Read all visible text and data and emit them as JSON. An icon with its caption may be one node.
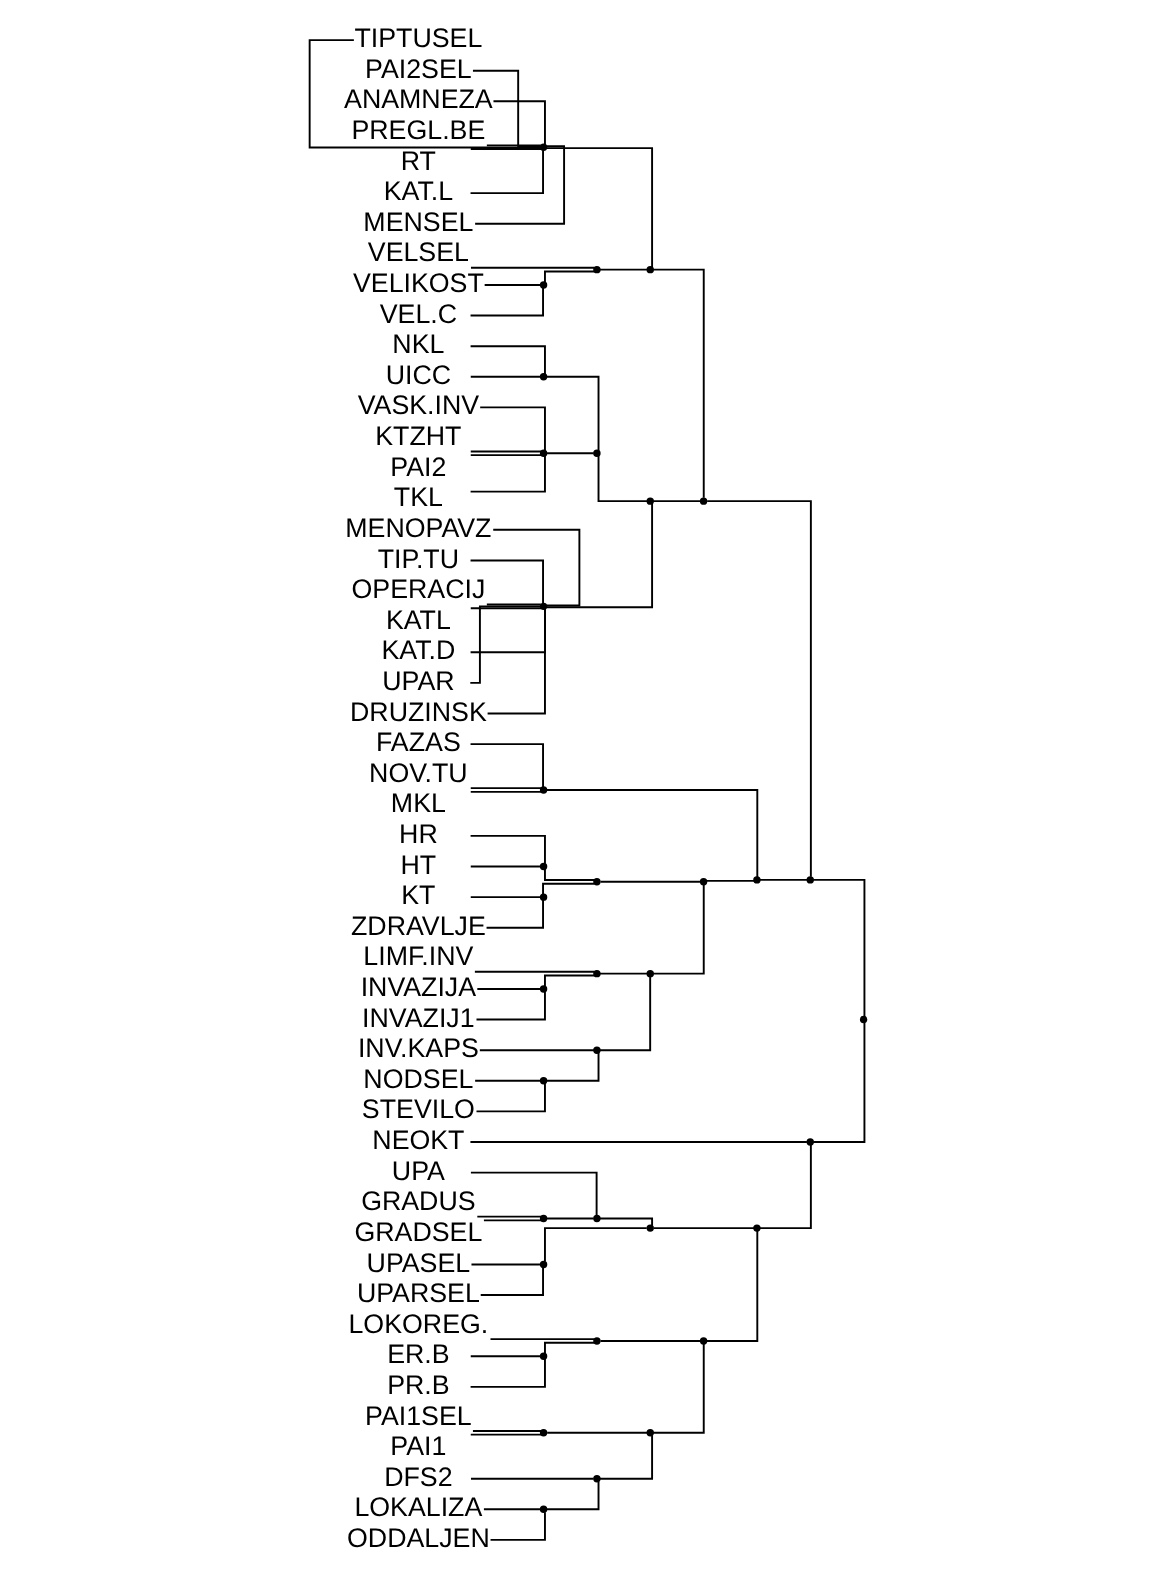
{
  "diagram": {
    "nodes": [
      {
        "text": [
          "UPA"
        ]
      },
      {
        "text": [
          "GRADUS"
        ]
      },
      {
        "text": [
          "GRADSEL"
        ]
      },
      {
        "text": [
          "UPASEL"
        ]
      },
      {
        "text": [
          "UPARSEL"
        ]
      },
      {
        "text": [
          "PAI1"
        ]
      },
      {
        "text": [
          "PAI1SEL"
        ]
      },
      {
        "text": [
          "ODDALJEN"
        ]
      },
      {
        "text": [
          "LOKALIZA"
        ]
      },
      {
        "text": [
          "DFS2"
        ]
      },
      {
        "text": [
          "ER.B"
        ]
      },
      {
        "text": [
          "PR.B"
        ]
      },
      {
        "text": [
          "LOKOREG."
        ]
      },
      {
        "text": [
          "NEOKT"
        ]
      },
      {
        "text": [
          "PAI2"
        ]
      },
      {
        "text": [
          "TKL"
        ]
      },
      {
        "text": [
          "VASK.INV"
        ]
      },
      {
        "text": [
          "KTZHT"
        ]
      },
      {
        "text": [
          "NKL"
        ]
      },
      {
        "text": [
          "UICC"
        ]
      },
      {
        "text": [
          "UPAR"
        ]
      },
      {
        "text": [
          "DRUZINSK"
        ]
      },
      {
        "text": [
          "MENOPAVZ"
        ]
      },
      {
        "text": [
          "TIP.TU"
        ]
      },
      {
        "text": [
          "OPERACIJ"
        ]
      },
      {
        "text": [
          "KATL"
        ]
      },
      {
        "text": [
          "KAT.D"
        ]
      },
      {
        "text": [
          "PAI2SEL"
        ]
      },
      {
        "text": [
          "ANAMNEZA"
        ]
      },
      {
        "text": [
          "PREGL.BE"
        ]
      },
      {
        "text": [
          "RT"
        ]
      },
      {
        "text": [
          "KAT.L"
        ]
      },
      {
        "text": [
          "MENSEL"
        ]
      },
      {
        "text": [
          "TIPTUSEL"
        ]
      },
      {
        "text": [
          "VELIKOST"
        ]
      },
      {
        "text": [
          "VEL.C"
        ]
      },
      {
        "text": [
          "VELSEL"
        ]
      },
      {
        "text": [
          "MKL"
        ]
      },
      {
        "text": [
          "FAZAS"
        ]
      },
      {
        "text": [
          "NOV.TU"
        ]
      },
      {
        "text": [
          "STEVILO"
        ]
      },
      {
        "text": [
          "NODSEL"
        ]
      },
      {
        "text": [
          "INV.KAPS"
        ]
      },
      {
        "text": [
          "LIMF.INV"
        ]
      },
      {
        "text": [
          "INVAZIJA"
        ]
      },
      {
        "text": [
          "INVAZIJ1"
        ]
      },
      {
        "text": [
          "HR"
        ]
      },
      {
        "text": [
          "HT"
        ]
      },
      {
        "text": [
          "KT"
        ]
      },
      {
        "text": [
          "ZDRAVLJE"
        ]
      },
      {
        "text": [],
        "shape": "point"
      },
      {
        "text": [],
        "shape": "point"
      },
      {
        "text": [],
        "shape": "point"
      },
      {
        "text": [],
        "shape": "point"
      },
      {
        "text": [],
        "shape": "point"
      },
      {
        "text": [],
        "shape": "point"
      },
      {
        "text": [],
        "shape": "point"
      },
      {
        "text": [],
        "shape": "point"
      },
      {
        "text": [],
        "shape": "point"
      },
      {
        "text": [],
        "shape": "point"
      },
      {
        "text": [],
        "shape": "point"
      },
      {
        "text": [],
        "shape": "point"
      },
      {
        "text": [],
        "shape": "point"
      },
      {
        "text": [],
        "shape": "point"
      },
      {
        "text": [],
        "shape": "point"
      },
      {
        "text": [],
        "shape": "point"
      },
      {
        "text": [],
        "shape": "point"
      },
      {
        "text": [],
        "shape": "point"
      },
      {
        "text": [],
        "shape": "point"
      },
      {
        "text": [],
        "shape": "point"
      },
      {
        "text": [],
        "shape": "point"
      },
      {
        "text": [],
        "shape": "point"
      },
      {
        "text": [],
        "shape": "point"
      },
      {
        "text": [],
        "shape": "point"
      },
      {
        "text": [],
        "shape": "point"
      },
      {
        "text": [],
        "shape": "point"
      },
      {
        "text": [],
        "shape": "point"
      },
      {
        "text": [],
        "shape": "point"
      },
      {
        "text": [],
        "shape": "point"
      },
      {
        "text": [],
        "shape": "point"
      },
      {
        "text": [],
        "shape": "point"
      },
      {
        "text": [],
        "shape": "point"
      },
      {
        "text": [],
        "shape": "point"
      },
      {
        "text": [],
        "shape": "point"
      },
      {
        "text": [],
        "shape": "point"
      },
      {
        "text": [],
        "shape": "point"
      }
    ],
    "edges": [
      {
        "from": 1,
        "to": 50,
        "arrow": "none"
      },
      {
        "from": 2,
        "to": 50,
        "arrow": "none"
      },
      {
        "from": 0,
        "to": 51,
        "arrow": "none"
      },
      {
        "from": 50,
        "to": 51,
        "arrow": "none"
      },
      {
        "from": 3,
        "to": 52,
        "arrow": "none"
      },
      {
        "from": 4,
        "to": 52,
        "arrow": "none"
      },
      {
        "from": 51,
        "to": 53,
        "arrow": "none"
      },
      {
        "from": 52,
        "to": 53,
        "arrow": "none"
      },
      {
        "from": 5,
        "to": 54,
        "arrow": "none"
      },
      {
        "from": 6,
        "to": 54,
        "arrow": "none"
      },
      {
        "from": 7,
        "to": 55,
        "arrow": "none"
      },
      {
        "from": 8,
        "to": 55,
        "arrow": "none"
      },
      {
        "from": 55,
        "to": 56,
        "arrow": "none"
      },
      {
        "from": 9,
        "to": 56,
        "arrow": "none"
      },
      {
        "from": 54,
        "to": 57,
        "arrow": "none"
      },
      {
        "from": 56,
        "to": 57,
        "arrow": "none"
      },
      {
        "from": 10,
        "to": 58,
        "arrow": "none"
      },
      {
        "from": 11,
        "to": 58,
        "arrow": "none"
      },
      {
        "from": 58,
        "to": 59,
        "arrow": "none"
      },
      {
        "from": 12,
        "to": 59,
        "arrow": "none"
      },
      {
        "from": 57,
        "to": 60,
        "arrow": "none"
      },
      {
        "from": 59,
        "to": 60,
        "arrow": "none"
      },
      {
        "from": 53,
        "to": 61,
        "arrow": "none"
      },
      {
        "from": 60,
        "to": 61,
        "arrow": "none"
      },
      {
        "from": 61,
        "to": 62,
        "arrow": "none"
      },
      {
        "from": 13,
        "to": 62,
        "arrow": "none"
      },
      {
        "from": 14,
        "to": 63,
        "arrow": "none"
      },
      {
        "from": 15,
        "to": 63,
        "arrow": "none"
      },
      {
        "from": 16,
        "to": 63,
        "arrow": "none"
      },
      {
        "from": 17,
        "to": 63,
        "arrow": "none"
      },
      {
        "from": 18,
        "to": 64,
        "arrow": "none"
      },
      {
        "from": 19,
        "to": 64,
        "arrow": "none"
      },
      {
        "from": 63,
        "to": 65,
        "arrow": "none"
      },
      {
        "from": 64,
        "to": 65,
        "arrow": "none"
      },
      {
        "from": 20,
        "to": 66,
        "arrow": "none"
      },
      {
        "from": 21,
        "to": 66,
        "arrow": "none"
      },
      {
        "from": 22,
        "to": 66,
        "arrow": "none"
      },
      {
        "from": 23,
        "to": 66,
        "arrow": "none"
      },
      {
        "from": 24,
        "to": 66,
        "arrow": "none"
      },
      {
        "from": 25,
        "to": 66,
        "arrow": "none"
      },
      {
        "from": 26,
        "to": 66,
        "arrow": "none"
      },
      {
        "from": 65,
        "to": 67,
        "arrow": "none"
      },
      {
        "from": 66,
        "to": 67,
        "arrow": "none"
      },
      {
        "from": 27,
        "to": 68,
        "arrow": "none"
      },
      {
        "from": 28,
        "to": 68,
        "arrow": "none"
      },
      {
        "from": 29,
        "to": 68,
        "arrow": "none"
      },
      {
        "from": 30,
        "to": 68,
        "arrow": "none"
      },
      {
        "from": 31,
        "to": 68,
        "arrow": "none"
      },
      {
        "from": 32,
        "to": 68,
        "arrow": "none"
      },
      {
        "from": 33,
        "to": 68,
        "arrow": "none"
      },
      {
        "from": 34,
        "to": 69,
        "arrow": "none"
      },
      {
        "from": 35,
        "to": 69,
        "arrow": "none"
      },
      {
        "from": 69,
        "to": 70,
        "arrow": "none"
      },
      {
        "from": 36,
        "to": 70,
        "arrow": "none"
      },
      {
        "from": 68,
        "to": 71,
        "arrow": "none"
      },
      {
        "from": 70,
        "to": 71,
        "arrow": "none"
      },
      {
        "from": 67,
        "to": 72,
        "arrow": "none"
      },
      {
        "from": 71,
        "to": 72,
        "arrow": "none"
      },
      {
        "from": 37,
        "to": 73,
        "arrow": "none"
      },
      {
        "from": 38,
        "to": 73,
        "arrow": "none"
      },
      {
        "from": 39,
        "to": 73,
        "arrow": "none"
      },
      {
        "from": 40,
        "to": 74,
        "arrow": "none"
      },
      {
        "from": 41,
        "to": 74,
        "arrow": "none"
      },
      {
        "from": 74,
        "to": 75,
        "arrow": "none"
      },
      {
        "from": 42,
        "to": 75,
        "arrow": "none"
      },
      {
        "from": 44,
        "to": 76,
        "arrow": "none"
      },
      {
        "from": 45,
        "to": 76,
        "arrow": "none"
      },
      {
        "from": 43,
        "to": 77,
        "arrow": "none"
      },
      {
        "from": 76,
        "to": 77,
        "arrow": "none"
      },
      {
        "from": 75,
        "to": 78,
        "arrow": "none"
      },
      {
        "from": 77,
        "to": 78,
        "arrow": "none"
      },
      {
        "from": 46,
        "to": 79,
        "arrow": "none"
      },
      {
        "from": 47,
        "to": 79,
        "arrow": "none"
      },
      {
        "from": 48,
        "to": 80,
        "arrow": "none"
      },
      {
        "from": 49,
        "to": 80,
        "arrow": "none"
      },
      {
        "from": 79,
        "to": 81,
        "arrow": "none"
      },
      {
        "from": 80,
        "to": 81,
        "arrow": "none"
      },
      {
        "from": 78,
        "to": 82,
        "arrow": "none"
      },
      {
        "from": 81,
        "to": 82,
        "arrow": "none"
      },
      {
        "from": 73,
        "to": 83,
        "arrow": "none"
      },
      {
        "from": 82,
        "to": 83,
        "arrow": "none"
      },
      {
        "from": 72,
        "to": 84,
        "arrow": "none"
      },
      {
        "from": 83,
        "to": 84,
        "arrow": "none"
      },
      {
        "from": 62,
        "to": 85,
        "arrow": "none"
      },
      {
        "from": 84,
        "to": 85,
        "arrow": "none"
      }
    ]
  }
}
